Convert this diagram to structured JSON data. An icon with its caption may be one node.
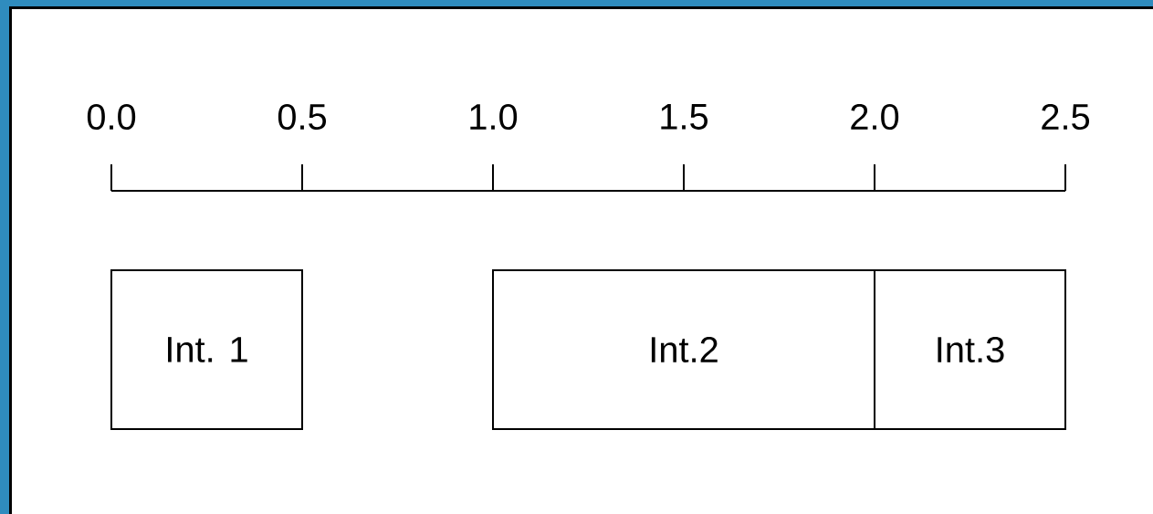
{
  "diagram": {
    "nodes": [
      {
        "text": [
          "Int. 1"
        ]
      },
      {
        "text": [
          "Int.2"
        ]
      },
      {
        "text": [
          "Int.3"
        ]
      }
    ],
    "labels": [
      "0.0",
      "0.5",
      "1.0",
      "1.5",
      "2.0",
      "2.5"
    ]
  }
}
